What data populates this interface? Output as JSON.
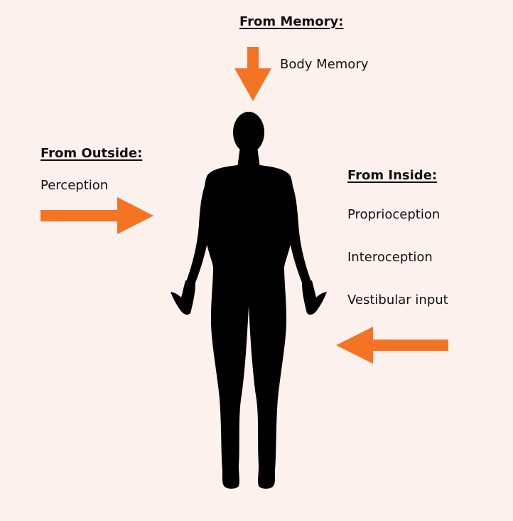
{
  "colors": {
    "background": "#fdf1ee",
    "arrow": "#f47424",
    "figure": "#000000",
    "text": "#111111"
  },
  "memory": {
    "heading": "From Memory:",
    "items": [
      "Body Memory"
    ]
  },
  "outside": {
    "heading": "From Outside:",
    "items": [
      "Perception"
    ]
  },
  "inside": {
    "heading": "From Inside:",
    "items": [
      "Proprioception",
      "Interoception",
      "Vestibular input"
    ]
  },
  "figure": {
    "icon": "human-body-silhouette-icon"
  }
}
